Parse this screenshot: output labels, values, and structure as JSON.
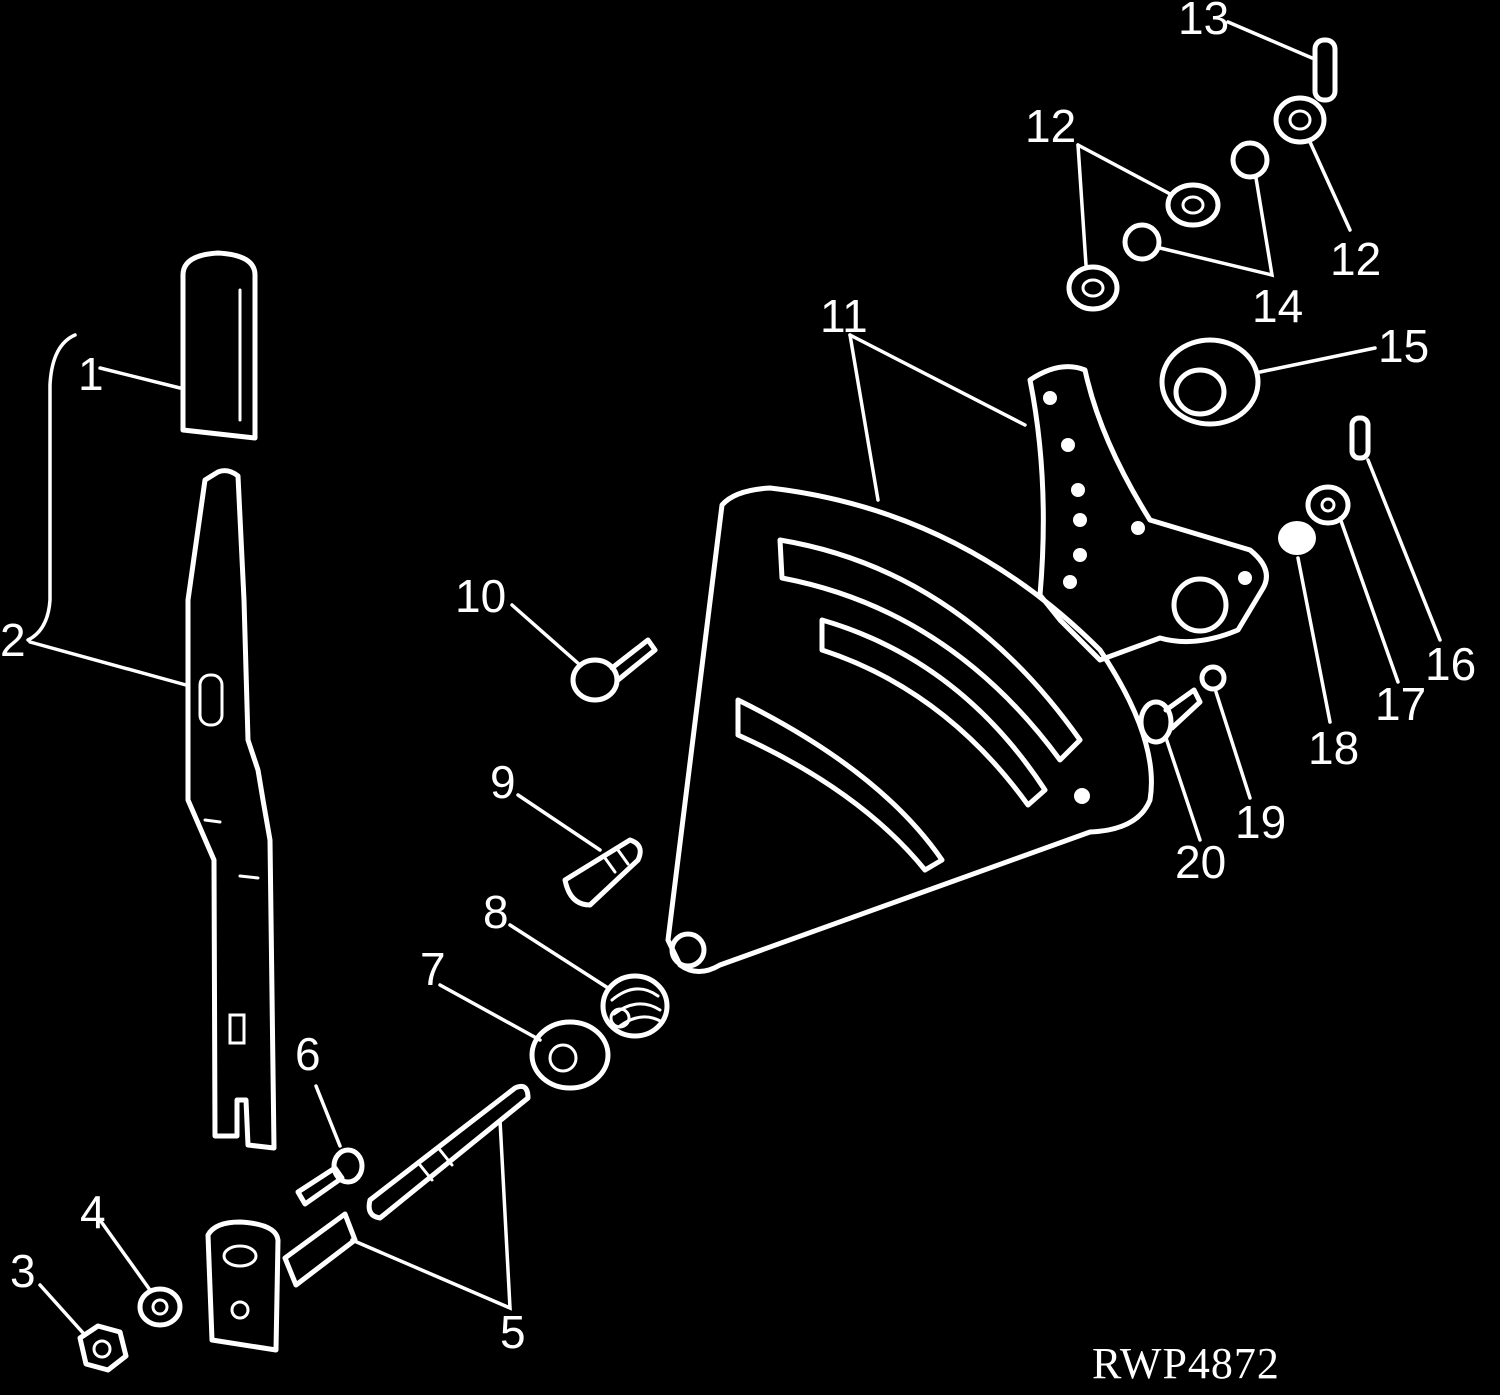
{
  "diagram": {
    "callouts": [
      "1",
      "2",
      "3",
      "4",
      "5",
      "6",
      "7",
      "8",
      "9",
      "10",
      "11",
      "12",
      "12",
      "13",
      "14",
      "15",
      "16",
      "17",
      "18",
      "19",
      "20"
    ],
    "figure_ref": "RWP4872"
  }
}
